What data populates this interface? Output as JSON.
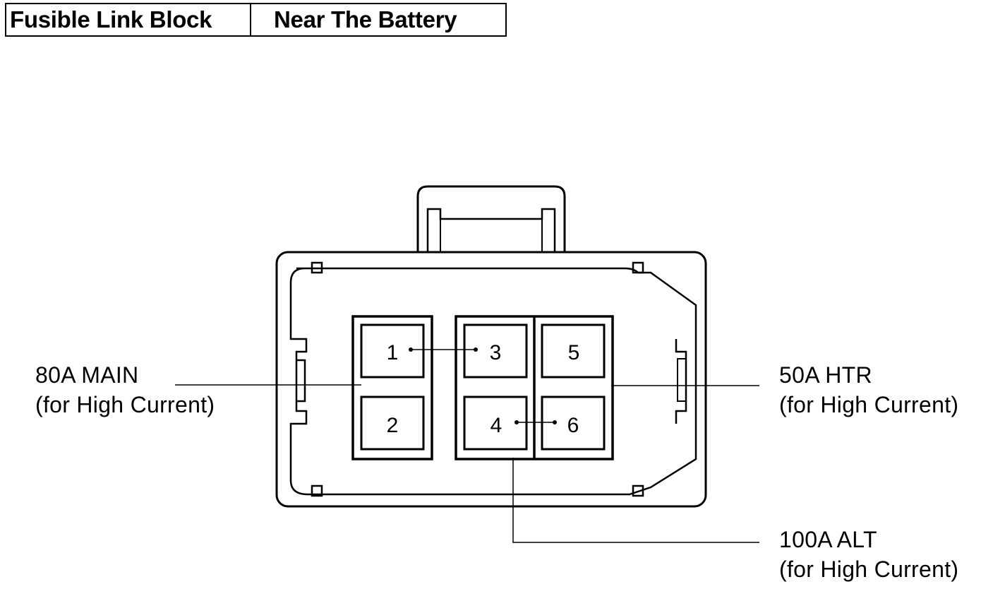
{
  "header": {
    "component": "Fusible Link Block",
    "location": "Near The Battery"
  },
  "callouts": {
    "main": {
      "rating": "80A MAIN",
      "note": "(for High Current)"
    },
    "htr": {
      "rating": "50A HTR",
      "note": "(for High Current)"
    },
    "alt": {
      "rating": "100A ALT",
      "note": "(for High Current)"
    }
  },
  "terminals": [
    "1",
    "2",
    "3",
    "4",
    "5",
    "6"
  ]
}
